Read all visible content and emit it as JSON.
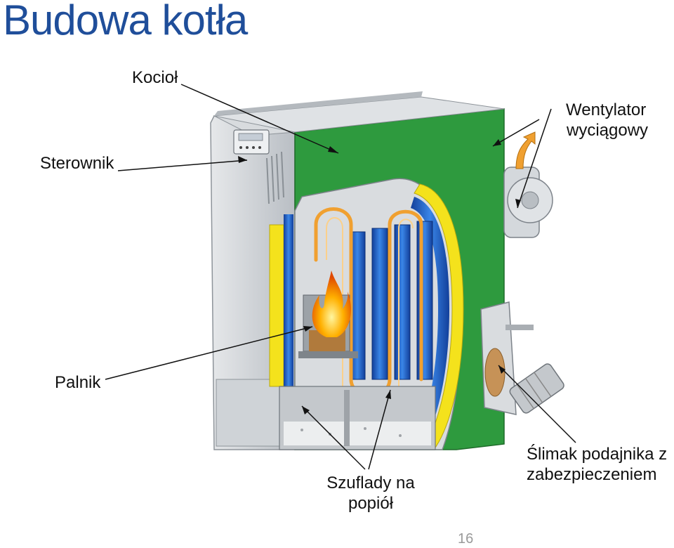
{
  "slide": {
    "title": "Budowa kotła",
    "page_number": "16"
  },
  "labels": {
    "kociol": "Kocioł",
    "sterownik": "Sterownik",
    "wentylator_line1": "Wentylator",
    "wentylator_line2": "wyciągowy",
    "palnik": "Palnik",
    "szuflady_line1": "Szuflady na",
    "szuflady_line2": "popiół",
    "slimak_line1": "Ślimak podajnika z",
    "slimak_line2": "zabezpieczeniem"
  },
  "colors": {
    "title": "#1f4e9a",
    "jacket_green": "#2e9a3e",
    "insulation_yellow": "#f4e21c",
    "water_blue": "#1e5fc8",
    "steel_grey": "#c8ccd0",
    "flue_orange": "#f0a030"
  }
}
